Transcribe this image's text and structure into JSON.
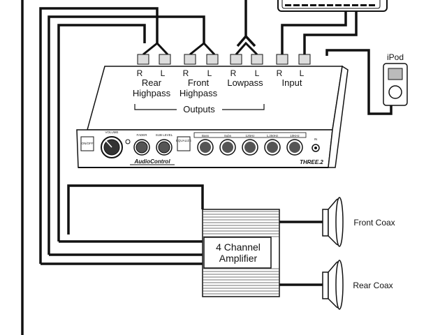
{
  "processor": {
    "jacks": {
      "rear_highpass": {
        "right": "R",
        "left": "L",
        "label_line1": "Rear",
        "label_line2": "Highpass"
      },
      "front_highpass": {
        "right": "R",
        "left": "L",
        "label_line1": "Front",
        "label_line2": "Highpass"
      },
      "lowpass": {
        "right": "R",
        "left": "L",
        "label": "Lowpass"
      },
      "input": {
        "right": "R",
        "left": "L",
        "label": "Input"
      }
    },
    "outputs_label": "Outputs",
    "brand": "AudioControl",
    "model": "THREE.2",
    "controls": {
      "on_off": "ON/OFF",
      "volume": "VOLUME",
      "fader": "FADER",
      "sub_level": "SUB LEVEL",
      "equalize": "EQUALIZE",
      "bands": [
        "Bass",
        "Subs",
        "125Hz",
        "1,250Hz",
        "10KHz"
      ],
      "in": "IN"
    }
  },
  "ipod": {
    "label": "iPod"
  },
  "amplifier": {
    "line1": "4 Channel",
    "line2": "Amplifier"
  },
  "speakers": {
    "front": {
      "label": "Front Coax"
    },
    "rear": {
      "label": "Rear Coax"
    }
  }
}
